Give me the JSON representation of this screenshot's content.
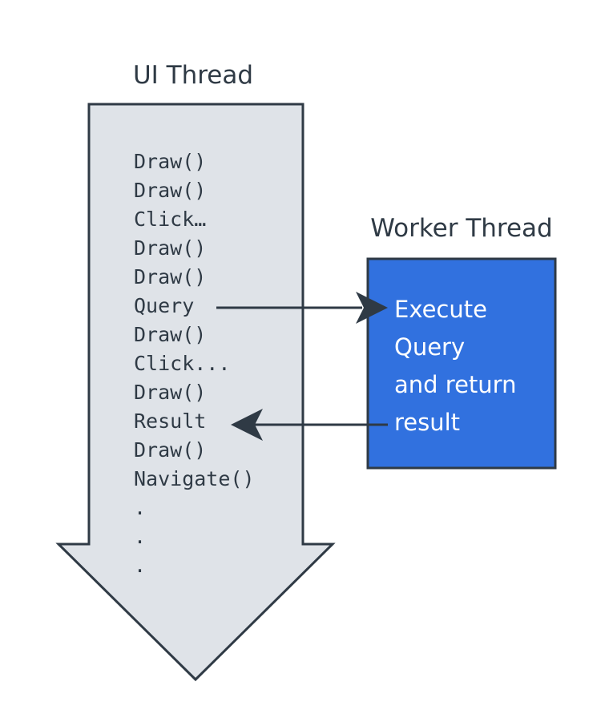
{
  "colors": {
    "ui_thread_fill": "#dfe3e8",
    "ui_thread_stroke": "#2f3a45",
    "worker_fill": "#3171df",
    "worker_stroke": "#2f3a45",
    "worker_text": "#ffffff",
    "text": "#2f3a45",
    "connector": "#2f3a45"
  },
  "ui_thread": {
    "title": "UI Thread",
    "events": [
      "Draw()",
      "Draw()",
      "Click…",
      "Draw()",
      "Draw()",
      "Query",
      "Draw()",
      "Click...",
      "Draw()",
      "Result",
      "Draw()",
      "Navigate()",
      ".",
      ".",
      "."
    ]
  },
  "worker_thread": {
    "title": "Worker Thread",
    "lines": [
      "Execute",
      "Query",
      "and return",
      "result"
    ]
  },
  "connectors": [
    {
      "from": "ui_thread.events.5",
      "to": "worker_thread",
      "direction": "right",
      "meaning": "Query"
    },
    {
      "from": "worker_thread",
      "to": "ui_thread.events.9",
      "direction": "left",
      "meaning": "Result"
    }
  ]
}
